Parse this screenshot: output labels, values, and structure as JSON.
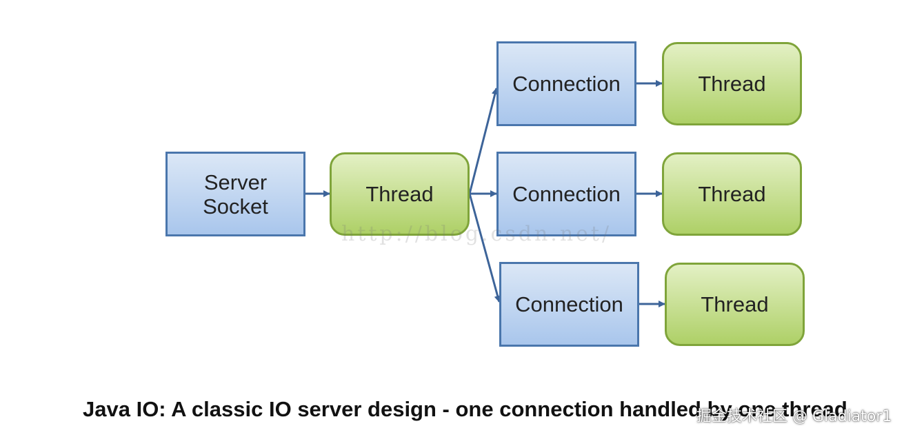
{
  "nodes": {
    "server_socket": "Server\nSocket",
    "main_thread": "Thread",
    "connection_1": "Connection",
    "connection_2": "Connection",
    "connection_3": "Connection",
    "thread_1": "Thread",
    "thread_2": "Thread",
    "thread_3": "Thread"
  },
  "watermark": "http://blog.csdn.net/",
  "caption": "Java IO: A classic IO server design - one connection handled by one thread",
  "credit": "掘金技术社区 @ Gladiator1",
  "colors": {
    "connection_fill": "#bcd3f0",
    "connection_border": "#4a76ac",
    "thread_fill": "#c5e08f",
    "thread_border": "#7fa43a",
    "arrow": "#3d6499"
  }
}
